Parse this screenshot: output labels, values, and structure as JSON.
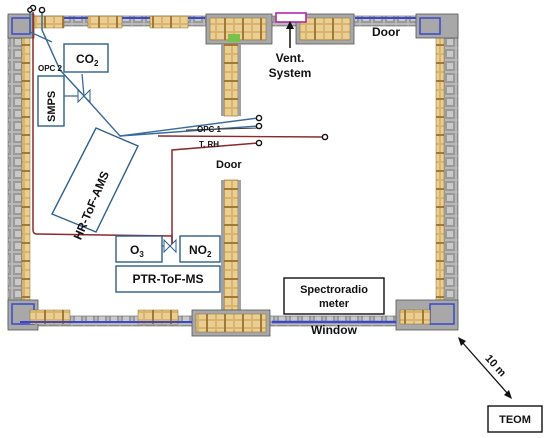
{
  "labels": {
    "co2": "CO",
    "co2_sub": "2",
    "opc2": "OPC 2",
    "smps": "SMPS",
    "hr_tof_ams": "HR-ToF-AMS",
    "opc1": "OPC 1",
    "t_rh": "T, RH",
    "door_middle": "Door",
    "door_top": "Door",
    "vent_line1": "Vent.",
    "vent_line2": "System",
    "o3": "O",
    "o3_sub": "3",
    "no2": "NO",
    "no2_sub": "2",
    "ptr": "PTR-ToF-MS",
    "spectro_line1": "Spectroradio",
    "spectro_line2": "meter",
    "window": "Window",
    "distance": "10 m",
    "teom": "TEOM"
  },
  "colors": {
    "wall_fill": "#b8b8b8",
    "wall_stripe": "#7a7a7a",
    "window_blue": "#3b49c8",
    "frame_gold": "#c9a35a",
    "frame_green": "#8fb04a",
    "tube_blue": "#3a6a9a",
    "tube_red": "#8a2a2a",
    "box_stroke": "#2e5f8a"
  }
}
